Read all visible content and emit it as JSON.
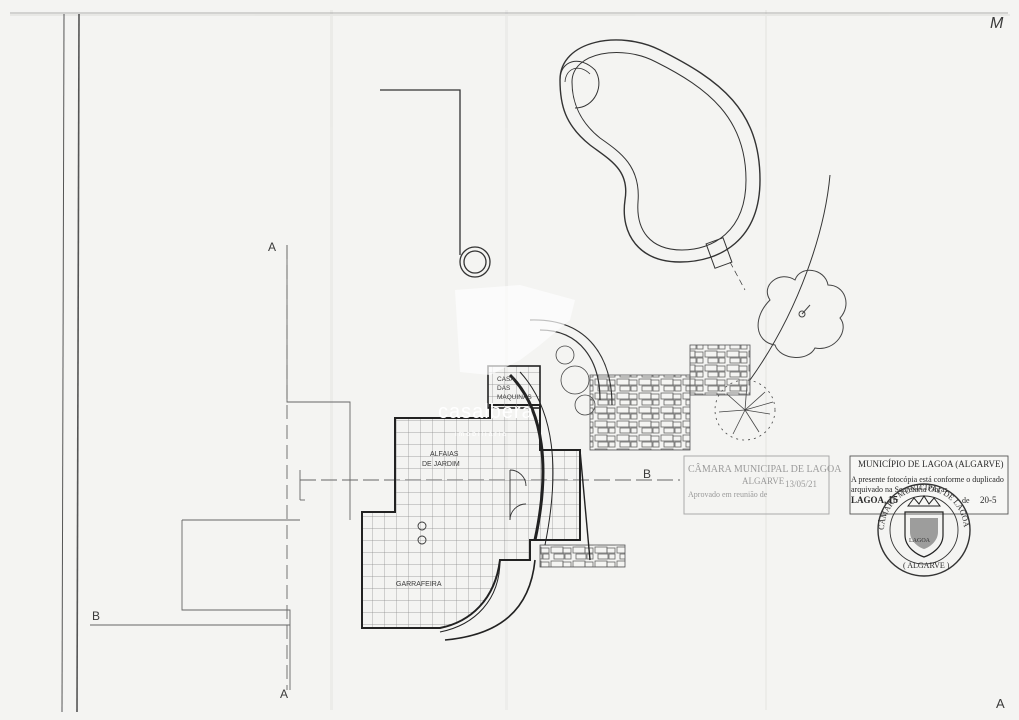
{
  "plan": {
    "section_marks": {
      "a_top": "A",
      "a_bottom": "A",
      "b_left": "B",
      "b_right": "B"
    },
    "rooms": {
      "casa_line1": "CASA",
      "casa_line2": "DAS",
      "casa_line3": "MAQUINAS",
      "alfaias_line1": "ALFAIAS",
      "alfaias_line2": "DE JARDIM",
      "garrafeira": "GARRAFEIRA"
    },
    "sheet_corner_mark": "A",
    "initials": "M"
  },
  "watermark": {
    "brand": "casalbera",
    "sub": "i m o b i l i á r i a"
  },
  "stamp_camara": {
    "line1": "CÂMARA MUNICIPAL DE LAGOA",
    "line2": "ALGARVE",
    "line3": "Aprovado em reunião de",
    "date": "13/05/21"
  },
  "stamp_municipio": {
    "title": "MUNICÍPIO DE LAGOA (ALGARVE)",
    "line1": "A presente fotocópia está conforme o duplicado",
    "line2": "arquivado na Secretaria Obras.",
    "place": "LAGOA,",
    "day": "15",
    "de": "de",
    "year": "20-5"
  },
  "seal": {
    "top": "CÂMARA MUNICIPAL DE LAGOA",
    "bottom": "( ALGARVE )",
    "center": "LAGOA"
  }
}
